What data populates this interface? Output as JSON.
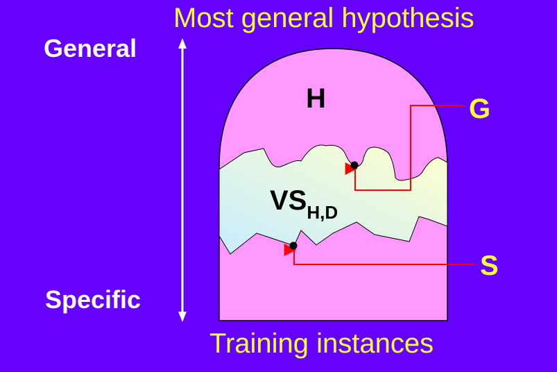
{
  "labels": {
    "top": "Most general hypothesis",
    "bottom": "Training instances",
    "general": "General",
    "specific": "Specific",
    "hypothesis_space": "H",
    "general_boundary": "G",
    "specific_boundary": "S",
    "version_space": "VS",
    "version_space_subscript": "H,D"
  },
  "colors": {
    "background": "#6600ff",
    "hypothesis_space_fill": "#ff99ff",
    "version_space_fill_start": "#ffffcc",
    "version_space_fill_end": "#cceeff",
    "pointer": "#ff0000",
    "label_yellow": "#ffff33",
    "label_white": "#ffffff"
  }
}
